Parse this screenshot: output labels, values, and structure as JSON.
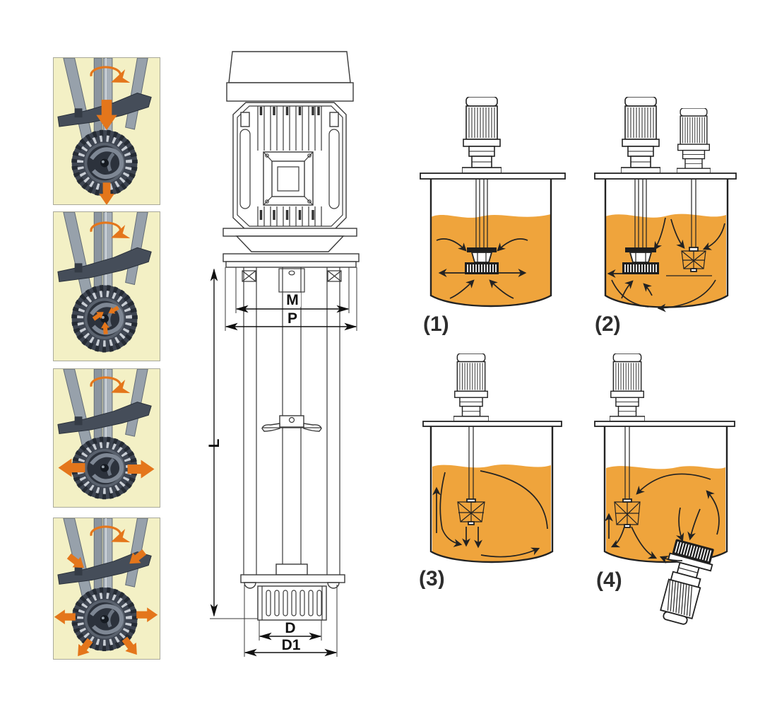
{
  "colors": {
    "liquid_orange": "#EFA43C",
    "flow_arrow_orange": "#E4761B",
    "photo_background": "#F3F0C5",
    "drawing_line": "#3A3A3A",
    "tank_outline": "#222222",
    "metal_gray": "#97A1AB",
    "metal_dark": "#454D59"
  },
  "left_photos": {
    "items": [
      {
        "name": "rotor-head-photo-1",
        "flow_icon": "rotation-and-axial-flow-top-in-bottom-out"
      },
      {
        "name": "rotor-head-photo-2",
        "flow_icon": "rotation-and-suction-into-rotor"
      },
      {
        "name": "rotor-head-photo-3",
        "flow_icon": "rotation-and-radial-outflow-sides"
      },
      {
        "name": "rotor-head-photo-4",
        "flow_icon": "rotation-inflow-top-outflow-all-around"
      }
    ]
  },
  "dimension_drawing": {
    "name": "high-shear-mixer-outline-drawing",
    "labels": {
      "m": "M",
      "p": "P",
      "l": "L",
      "d": "D",
      "d1": "D1"
    }
  },
  "tank_diagrams": {
    "items": [
      {
        "label": "(1)",
        "name": "single-top-entry-homogenizer"
      },
      {
        "label": "(2)",
        "name": "homogenizer-with-auxiliary-agitator"
      },
      {
        "label": "(3)",
        "name": "single-top-entry-agitator"
      },
      {
        "label": "(4)",
        "name": "top-entry-agitator-with-bottom-entry-homogenizer"
      }
    ]
  }
}
